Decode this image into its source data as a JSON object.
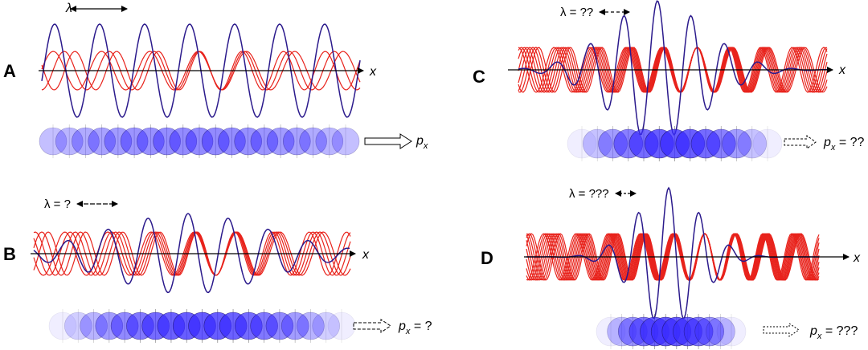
{
  "panels": [
    {
      "id": "A",
      "letter": "A",
      "x_label": "x",
      "lambda_label": "λ",
      "momentum_symbol": "p",
      "momentum_subscript": "x",
      "momentum_suffix": "",
      "arrow_style": "solid"
    },
    {
      "id": "B",
      "letter": "B",
      "x_label": "x",
      "lambda_label": "λ = ?",
      "momentum_symbol": "p",
      "momentum_subscript": "x",
      "momentum_suffix": " = ?",
      "arrow_style": "dashed"
    },
    {
      "id": "C",
      "letter": "C",
      "x_label": "x",
      "lambda_label": "λ = ??",
      "momentum_symbol": "p",
      "momentum_subscript": "x",
      "momentum_suffix": " = ??",
      "arrow_style": "dashed"
    },
    {
      "id": "D",
      "letter": "D",
      "x_label": "x",
      "lambda_label": "λ = ???",
      "momentum_symbol": "p",
      "momentum_subscript": "x",
      "momentum_suffix": " = ???",
      "arrow_style": "dotted"
    }
  ],
  "colors": {
    "component_wave": "#e8231c",
    "superposition_wave": "#2b1a8c",
    "circle_fill": "#3a2cff",
    "axis": "#000000"
  }
}
